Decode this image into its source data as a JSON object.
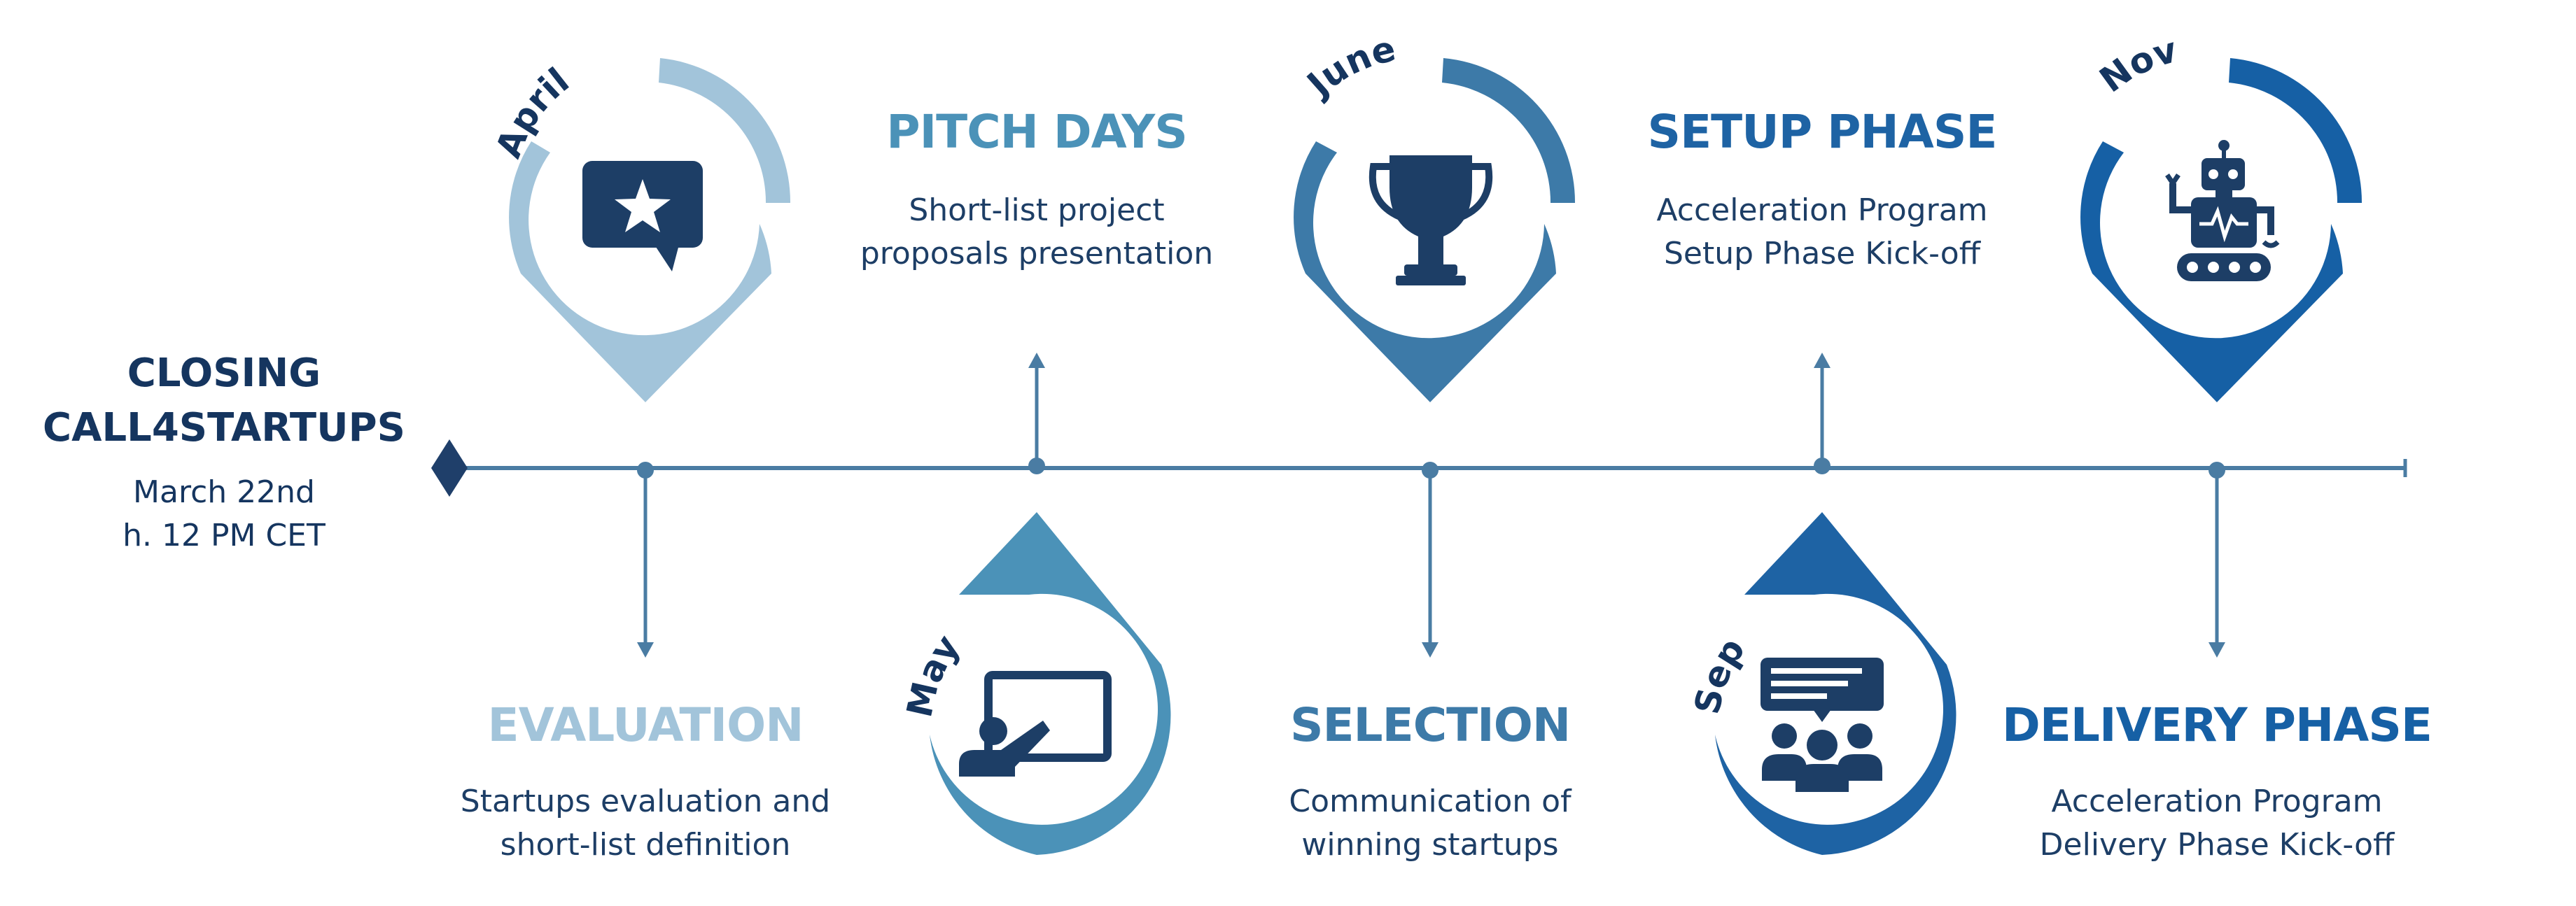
{
  "closing": {
    "title_line1": "CLOSING",
    "title_line2": "CALL4STARTUPS",
    "date": "March 22nd",
    "time": "h. 12 PM CET"
  },
  "milestones": [
    {
      "month": "April",
      "heading": "EVALUATION",
      "desc_line1": "Startups evaluation and",
      "desc_line2": "short-list definition",
      "icon": "star-chat-icon",
      "color": "#a2c4da"
    },
    {
      "month": "May",
      "heading": "PITCH DAYS",
      "desc_line1": "Short-list project",
      "desc_line2": "proposals presentation",
      "icon": "presentation-board-icon",
      "color": "#4b92b8"
    },
    {
      "month": "June",
      "heading": "SELECTION",
      "desc_line1": "Communication of",
      "desc_line2": "winning startups",
      "icon": "trophy-icon",
      "color": "#3d7aa8"
    },
    {
      "month": "Sep",
      "heading": "SETUP PHASE",
      "desc_line1": "Acceleration Program",
      "desc_line2": "Setup Phase Kick-off",
      "icon": "team-chat-icon",
      "color": "#1e63a4"
    },
    {
      "month": "Nov",
      "heading": "DELIVERY PHASE",
      "desc_line1": "Acceleration Program",
      "desc_line2": "Delivery Phase Kick-off",
      "icon": "robot-icon",
      "color": "#1660a5"
    }
  ],
  "colors": {
    "timeline": "#4a7ca3",
    "dark": "#15355f"
  }
}
